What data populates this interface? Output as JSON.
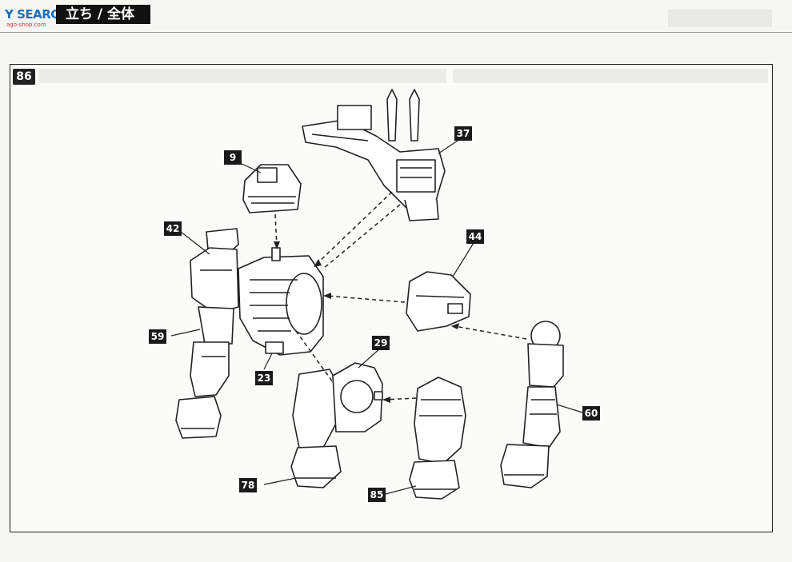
{
  "header": {
    "logo_text": "Y SEARCH",
    "logo_sub": "ago-shop.com",
    "section_title": "立ち / 全体"
  },
  "step": {
    "number": "86"
  },
  "parts": [
    {
      "id": "p9",
      "label": "9"
    },
    {
      "id": "p37",
      "label": "37"
    },
    {
      "id": "p42",
      "label": "42"
    },
    {
      "id": "p44",
      "label": "44"
    },
    {
      "id": "p59",
      "label": "59"
    },
    {
      "id": "p23",
      "label": "23"
    },
    {
      "id": "p29",
      "label": "29"
    },
    {
      "id": "p60",
      "label": "60"
    },
    {
      "id": "p78",
      "label": "78"
    },
    {
      "id": "p85",
      "label": "85"
    }
  ]
}
